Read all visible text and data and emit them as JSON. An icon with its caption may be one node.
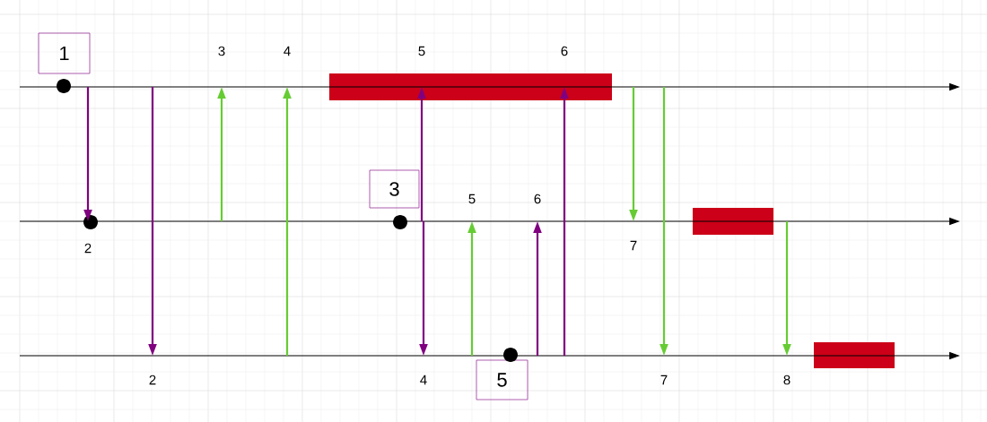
{
  "diagram": {
    "nodes": [
      {
        "text": [
          "1"
        ]
      },
      {
        "text": [],
        "shape": "line"
      },
      {
        "text": [
          "3"
        ]
      },
      {
        "text": [],
        "shape": "line"
      },
      {
        "text": [
          "5"
        ]
      },
      {
        "text": [],
        "shape": "line"
      },
      {
        "text": [],
        "shape": "bar"
      },
      {
        "text": [],
        "shape": "bar"
      },
      {
        "text": [],
        "shape": "bar"
      }
    ],
    "edges": [
      {
        "from": 1,
        "to": 3,
        "arrow": "to",
        "color": "#800080",
        "label": "2"
      },
      {
        "from": 1,
        "to": 5,
        "arrow": "to",
        "color": "#800080",
        "label": "2"
      },
      {
        "from": 3,
        "to": 1,
        "arrow": "to",
        "color": "#66cc33",
        "label": "3"
      },
      {
        "from": 5,
        "to": 1,
        "arrow": "to",
        "color": "#66cc33",
        "label": "4"
      },
      {
        "from": 3,
        "to": 1,
        "arrow": "to",
        "color": "#800080",
        "label": "5"
      },
      {
        "from": 3,
        "to": 5,
        "arrow": "to",
        "color": "#800080",
        "label": "4"
      },
      {
        "from": 5,
        "to": 3,
        "arrow": "to",
        "color": "#66cc33",
        "label": "5"
      },
      {
        "from": 5,
        "to": 3,
        "arrow": "to",
        "color": "#800080",
        "label": "6"
      },
      {
        "from": 5,
        "to": 1,
        "arrow": "to",
        "color": "#800080",
        "label": "6"
      },
      {
        "from": 1,
        "to": 3,
        "arrow": "to",
        "color": "#66cc33",
        "label": "7"
      },
      {
        "from": 1,
        "to": 5,
        "arrow": "to",
        "color": "#66cc33",
        "label": "7"
      },
      {
        "from": 3,
        "to": 5,
        "arrow": "to",
        "color": "#66cc33",
        "label": "8"
      }
    ]
  }
}
